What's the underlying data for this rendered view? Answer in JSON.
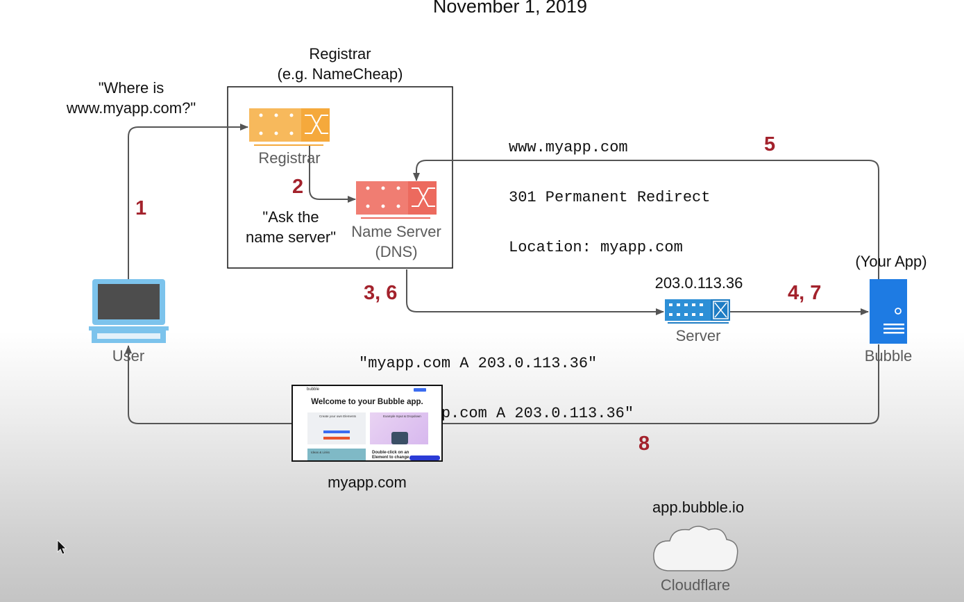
{
  "header": {
    "date": "November 1, 2019"
  },
  "nodes": {
    "registrar_box_title": [
      "Registrar",
      "(e.g. NameCheap)"
    ],
    "registrar_label": "Registrar",
    "name_server_label": [
      "Name Server",
      "(DNS)"
    ],
    "user_label": "User",
    "server_label": "Server",
    "server_ip": "203.0.113.36",
    "bubble_label": "Bubble",
    "bubble_caption": "(Your App)",
    "cloudflare_label": "Cloudflare",
    "cloudflare_host": "app.bubble.io",
    "site_label": "myapp.com"
  },
  "annotations": {
    "user_query": [
      "\"Where is",
      "www.myapp.com?\""
    ],
    "ask_name_server": [
      "\"Ask the",
      "name server\""
    ],
    "redirect": [
      "www.myapp.com",
      "301 Permanent Redirect",
      "Location: myapp.com"
    ],
    "dns_records": [
      "\"myapp.com A 203.0.113.36\"",
      "\"www.myapp.com A 203.0.113.36\""
    ]
  },
  "steps": {
    "s1": "1",
    "s2": "2",
    "s3": "3, 6",
    "s4": "4, 7",
    "s5": "5",
    "s8": "8"
  },
  "thumbnail": {
    "logo": "bubble",
    "heading": "Welcome to your Bubble app.",
    "card1_title": "Create your own Elements",
    "card2_title": "Example Input & Dropdown",
    "card3_title": "Ideas & Links",
    "hint": [
      "Double-click on an",
      "Element to change"
    ]
  },
  "colors": {
    "registrar_icon": "#f7b95c",
    "name_server_icon": "#f07d72",
    "server_icon": "#2d8fd6",
    "bubble_server": "#1e7be3",
    "laptop": "#7cc3ec",
    "step_number": "#a3222c",
    "connector": "#555555"
  }
}
